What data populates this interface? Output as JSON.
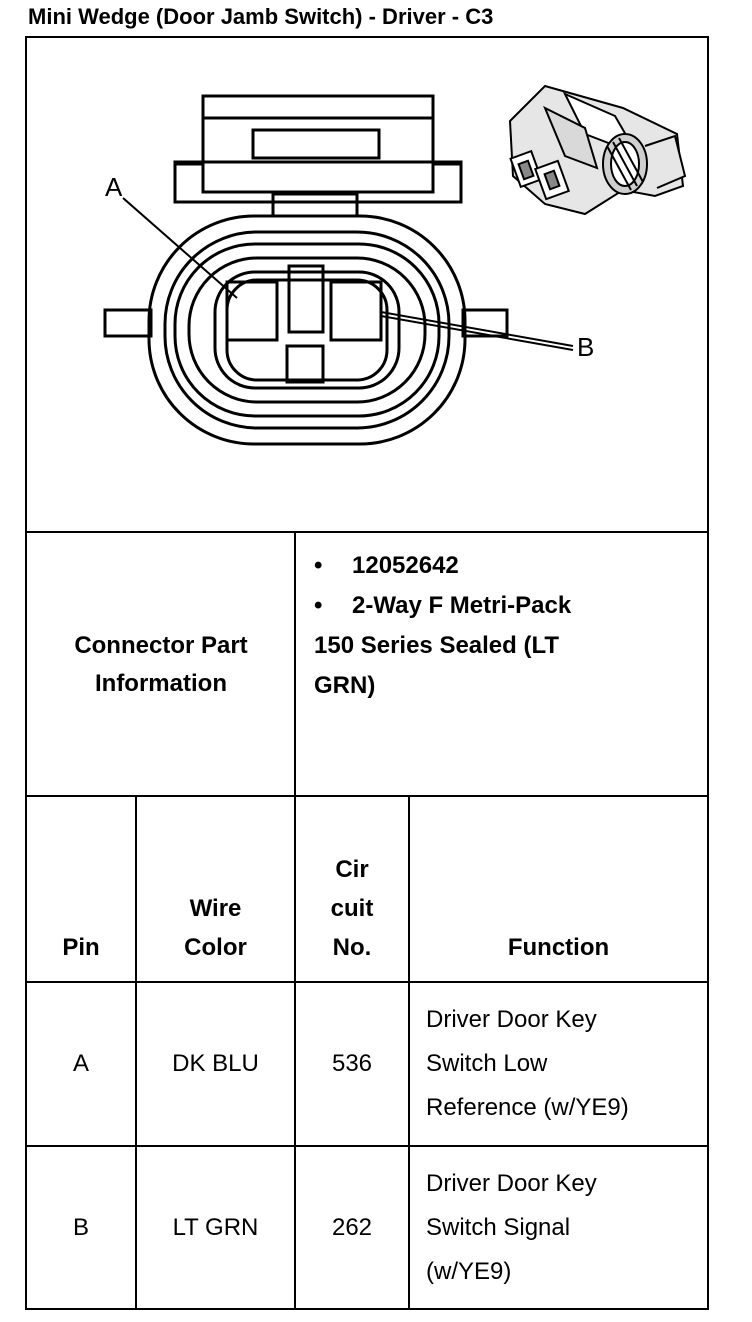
{
  "title": "Mini Wedge (Door Jamb Switch) - Driver - C3",
  "figure": {
    "callout_a": "A",
    "callout_b": "B"
  },
  "connector_info": {
    "label_line1": "Connector Part",
    "label_line2": "Information",
    "bullet_symbol": "•",
    "part_number": "12052642",
    "description_line1": "2-Way F Metri-Pack",
    "description_line2": "150 Series Sealed (LT",
    "description_line3": "GRN)"
  },
  "table": {
    "headers": {
      "pin": "Pin",
      "wire_color_1": "Wire",
      "wire_color_2": "Color",
      "circuit_1": "Cir",
      "circuit_2": "cuit",
      "circuit_3": "No.",
      "function": "Function"
    },
    "rows": [
      {
        "pin": "A",
        "wire_color": "DK BLU",
        "circuit": "536",
        "function_1": "Driver Door Key",
        "function_2": "Switch Low",
        "function_3": "Reference (w/YE9)"
      },
      {
        "pin": "B",
        "wire_color": "LT GRN",
        "circuit": "262",
        "function_1": "Driver Door Key",
        "function_2": "Switch Signal",
        "function_3": "(w/YE9)"
      }
    ]
  }
}
